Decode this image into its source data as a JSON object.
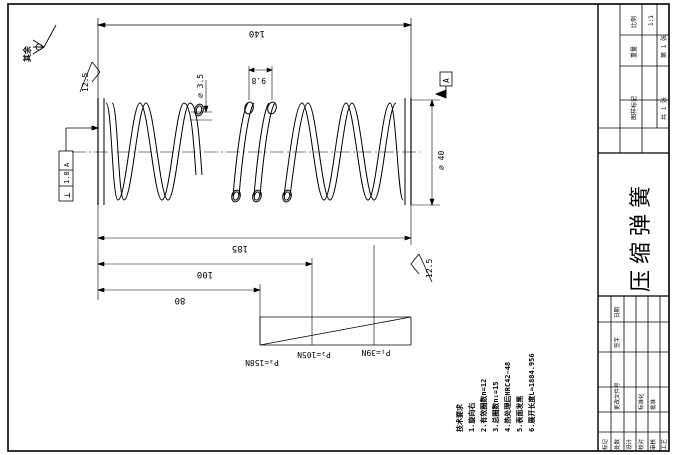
{
  "drawing": {
    "roughness_note": "其余",
    "roughness_rest": "12.5",
    "roughness_end_left": "12.5",
    "roughness_end_right": "12.5",
    "dims": {
      "free_length": "140",
      "wire_dia": "∅ 3.5",
      "pitch": "9.8",
      "outer_dia": "∅ 40",
      "len_185": "185",
      "len_100": "100",
      "len_80": "80"
    },
    "perpendicularity": {
      "symbol": "⊥",
      "value": "1.8",
      "datum": "A"
    },
    "datum_label": "A",
    "forces": {
      "p1": "P₁=39N",
      "p2": "P₂=105N",
      "p3": "P₃=158N"
    },
    "tech_title": "技术要求",
    "tech_lines": [
      "1.旋向右",
      "2.有效圈数n=12",
      "3.总圈数n₁=15",
      "4.热处理后HRC42~48",
      "5.表面发黑",
      "6.展开长度L≈1884.956"
    ]
  },
  "title_block": {
    "title": "压缩弹簧",
    "fields": [
      "图样标记",
      "重量",
      "比例",
      "1:1",
      "共 1 张",
      "第 1 张"
    ],
    "revision_headers": [
      "标记",
      "处数",
      "更改文件号",
      "签字",
      "日期"
    ],
    "signers": [
      "设计",
      "校对",
      "审核",
      "工艺",
      "标准化",
      "批准"
    ]
  }
}
